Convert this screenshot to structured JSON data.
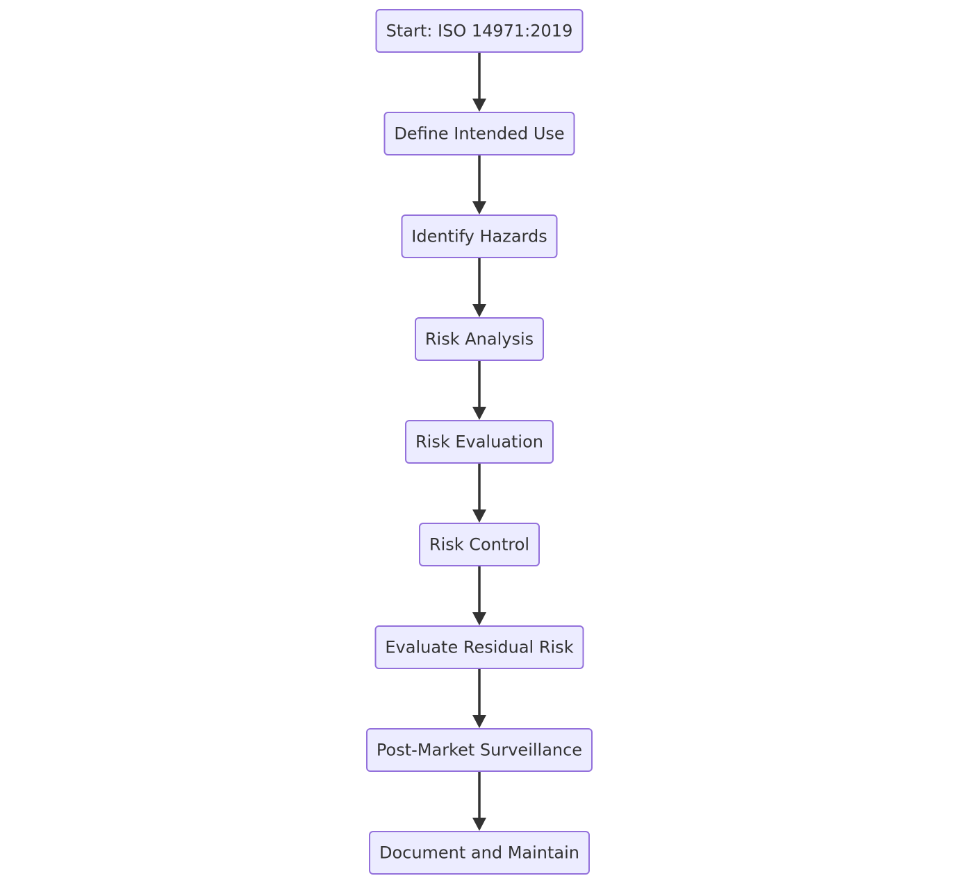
{
  "diagram": {
    "type": "flowchart",
    "direction": "top-to-bottom",
    "colors": {
      "node_fill": "#ECECFF",
      "node_border": "#9370DB",
      "text": "#333333",
      "edge": "#333333"
    },
    "nodes": [
      {
        "id": "start",
        "label": "Start: ISO 14971:2019"
      },
      {
        "id": "define",
        "label": "Define Intended Use"
      },
      {
        "id": "identify",
        "label": "Identify Hazards"
      },
      {
        "id": "analysis",
        "label": "Risk Analysis"
      },
      {
        "id": "evaluation",
        "label": "Risk Evaluation"
      },
      {
        "id": "control",
        "label": "Risk Control"
      },
      {
        "id": "residual",
        "label": "Evaluate Residual Risk"
      },
      {
        "id": "surveillance",
        "label": "Post-Market Surveillance"
      },
      {
        "id": "document",
        "label": "Document and Maintain"
      }
    ],
    "edges": [
      {
        "from": "start",
        "to": "define"
      },
      {
        "from": "define",
        "to": "identify"
      },
      {
        "from": "identify",
        "to": "analysis"
      },
      {
        "from": "analysis",
        "to": "evaluation"
      },
      {
        "from": "evaluation",
        "to": "control"
      },
      {
        "from": "control",
        "to": "residual"
      },
      {
        "from": "residual",
        "to": "surveillance"
      },
      {
        "from": "surveillance",
        "to": "document"
      }
    ]
  }
}
